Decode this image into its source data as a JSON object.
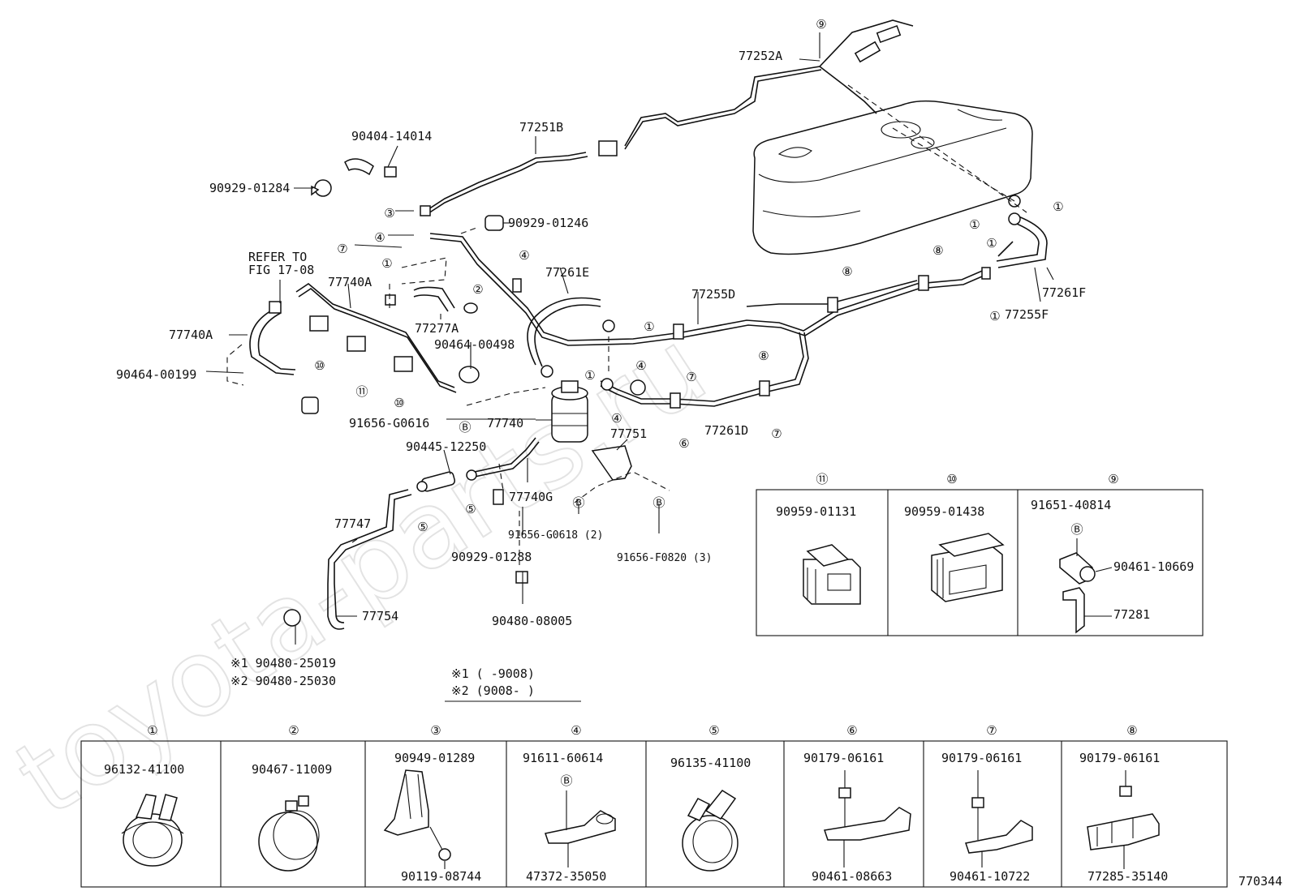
{
  "diagram": {
    "watermark": "toyota-parts.ru",
    "drawing_number": "770344",
    "parts": {
      "p77252A": "77252A",
      "p77251B": "77251B",
      "p90404_14014": "90404-14014",
      "p90929_01284": "90929-01284",
      "p90929_01246": "90929-01246",
      "p77261E": "77261E",
      "p77255D": "77255D",
      "p77261F": "77261F",
      "p77255F": "77255F",
      "refer_line1": "REFER TO",
      "refer_line2": "FIG 17-08",
      "p77740A_top": "77740A",
      "p77740A_left": "77740A",
      "p90464_00199": "90464-00199",
      "p77277A": "77277A",
      "p90464_00498": "90464-00498",
      "p91656_G0616": "91656-G0616",
      "p77740": "77740",
      "p77751": "77751",
      "p77261D": "77261D",
      "p90445_12250": "90445-12250",
      "p77740G": "77740G",
      "p91656_G0618": "91656-G0618 (2)",
      "p91656_F0820": "91656-F0820 (3)",
      "p77747": "77747",
      "p90929_01288": "90929-01288",
      "p90480_08005": "90480-08005",
      "p77754": "77754",
      "note1": "※1 90480-25019",
      "note2": "※2 90480-25030",
      "legend1": "※1 (      -9008)",
      "legend2": "※2 (9008-      )"
    },
    "callouts": {
      "c1": "①",
      "c2": "②",
      "c3": "③",
      "c4": "④",
      "c5": "⑤",
      "c6": "⑥",
      "c7": "⑦",
      "c8": "⑧",
      "c9": "⑨",
      "c10": "⑩",
      "c11": "⑪",
      "cb": "Ⓑ"
    },
    "right_table": [
      {
        "callout": "⑪",
        "part": "90959-01131"
      },
      {
        "callout": "⑩",
        "part": "90959-01438"
      },
      {
        "callout": "⑨",
        "part": "91651-40814",
        "sub1": "Ⓑ",
        "sub2": "90461-10669",
        "sub3": "77281"
      }
    ],
    "bottom_table": [
      {
        "callout": "①",
        "part": "96132-41100"
      },
      {
        "callout": "②",
        "part": "90467-11009"
      },
      {
        "callout": "③",
        "part": "90949-01289",
        "sub": "90119-08744"
      },
      {
        "callout": "④",
        "part": "91611-60614",
        "badge": "Ⓑ",
        "sub": "47372-35050"
      },
      {
        "callout": "⑤",
        "part": "96135-41100"
      },
      {
        "callout": "⑥",
        "part": "90179-06161",
        "sub": "90461-08663"
      },
      {
        "callout": "⑦",
        "part": "90179-06161",
        "sub": "90461-10722"
      },
      {
        "callout": "⑧",
        "part": "90179-06161",
        "sub": "77285-35140"
      }
    ]
  }
}
